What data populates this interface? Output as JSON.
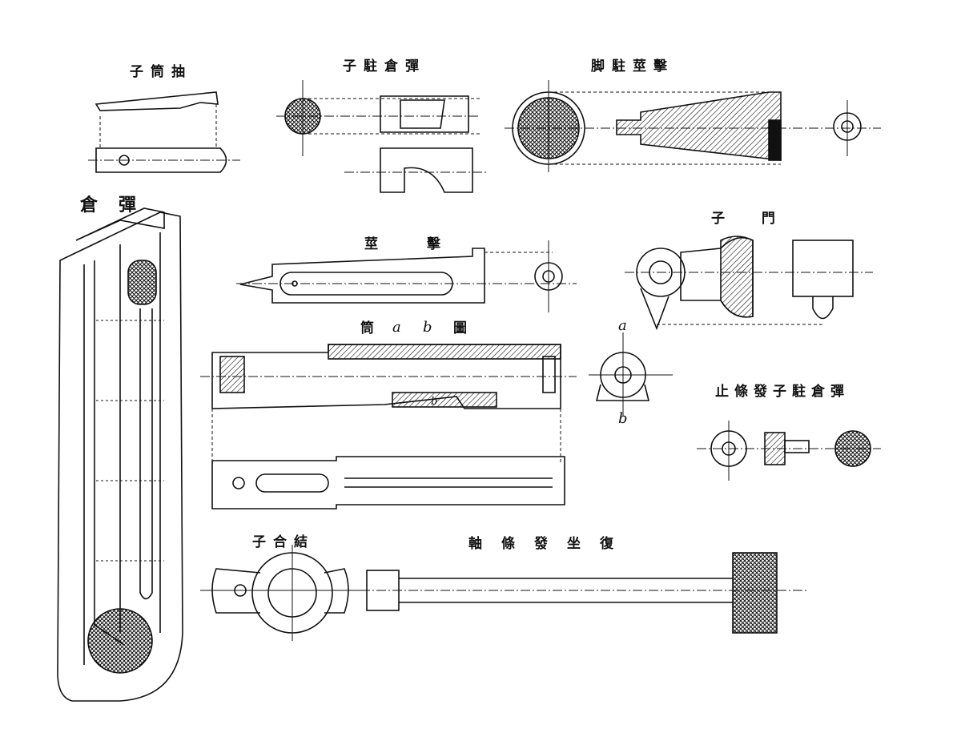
{
  "labels": {
    "extractor": "子筒抽",
    "magazine_catch": "子駐倉彈",
    "firing_pin_stop": "脚駐莖擊",
    "magazine": "倉彈",
    "bolt": "子 門",
    "firing_pin": "莖　　擊",
    "barrel_title": "筒",
    "section_a": "a",
    "section_b": "b",
    "figure": "圖",
    "magazine_catch_spring_stop": "止條發子駐倉彈",
    "connector": "子合結",
    "recoil_spring_rod": "軸條發坐復",
    "section_mark_a": "a",
    "section_mark_b": "b",
    "barrel_b_mark": "b"
  },
  "colors": {
    "ink": "#111111",
    "paper": "#ffffff"
  }
}
